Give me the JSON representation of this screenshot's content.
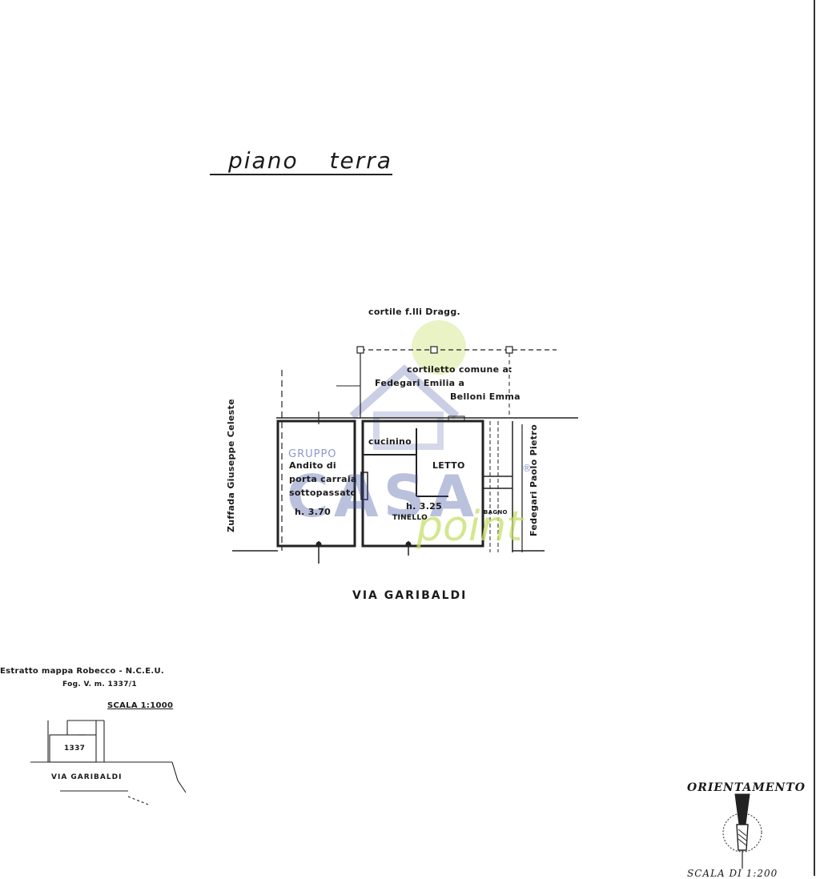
{
  "plan": {
    "title": "piano terra",
    "courtyard_top": "cortile f.lli Dragg.",
    "common_yard_line1": "cortiletto comune a:",
    "common_yard_line2": "Fedegari Emilia a",
    "common_yard_line3": "Belloni Emma",
    "left_neighbor": "Zuffada Giuseppe Celeste",
    "right_neighbor": "Fedegari Paolo Pietro",
    "room_passage_line1": "Andito di",
    "room_passage_line2": "porta carraia",
    "room_passage_line3": "sottopassato",
    "room_passage_height": "h. 3.70",
    "room_kitchen": "cucinino",
    "room_bed": "LETTO",
    "room_living_height": "h. 3.25",
    "room_living": "TINELLO",
    "room_bath": "BAGNO",
    "street": "VIA GARIBALDI"
  },
  "watermark": {
    "group": "GRUPPO",
    "brand": "CASA",
    "sub": "point",
    "reg": "®",
    "color_blue": "#3d4fa0",
    "color_green": "#c6df6a"
  },
  "map_extract": {
    "line1": "Estratto mappa Robecco - N.C.E.U.",
    "line2": "Fog. V. m. 1337/1",
    "scale": "SCALA 1:1000",
    "parcel": "1337",
    "street": "VIA GARIBALDI"
  },
  "orientation": {
    "title": "ORIENTAMENTO",
    "scale": "SCALA DI 1:200"
  }
}
